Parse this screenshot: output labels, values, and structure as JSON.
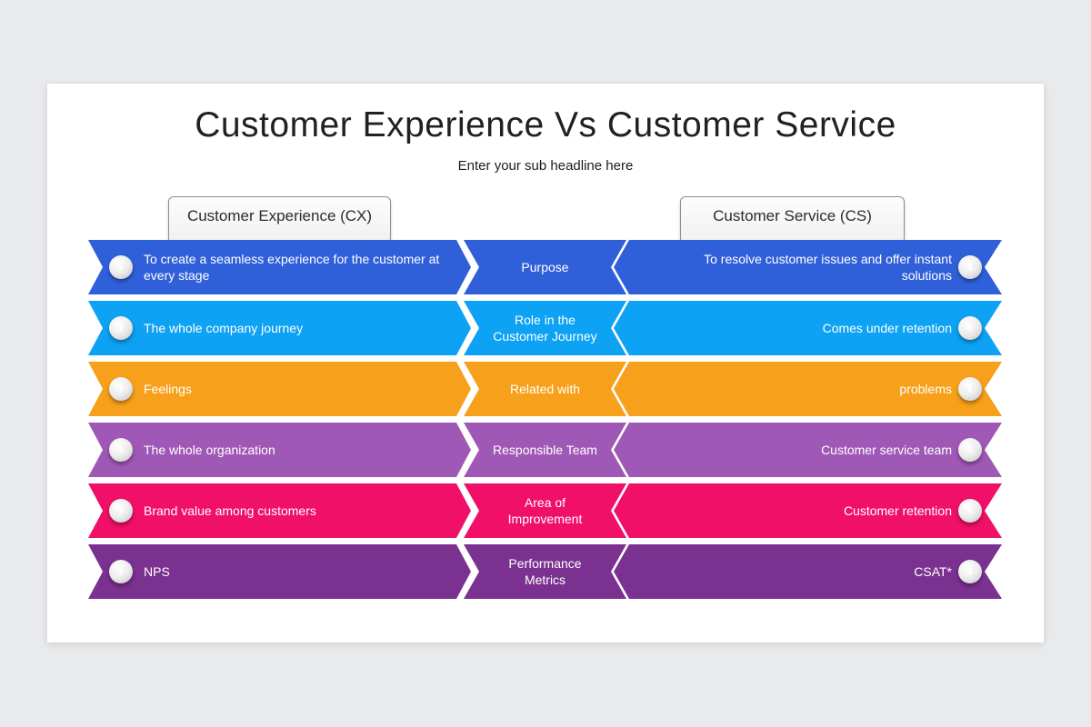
{
  "header": {
    "title": "Customer Experience Vs Customer Service",
    "subtitle": "Enter your sub headline here"
  },
  "columns": {
    "left_label": "Customer Experience (CX)",
    "right_label": "Customer Service (CS)"
  },
  "icons": {
    "left_bullet": "›",
    "right_bullet": "‹"
  },
  "rows": [
    {
      "color": "#3060d9",
      "left": "To create a seamless experience for the customer at every stage",
      "center": "Purpose",
      "right": "To resolve customer issues and offer instant solutions"
    },
    {
      "color": "#0da2f4",
      "left": "The whole company journey",
      "center": "Role in the Customer Journey",
      "right": "Comes under retention"
    },
    {
      "color": "#f7a01b",
      "left": "Feelings",
      "center": "Related with",
      "right": "problems"
    },
    {
      "color": "#a058b6",
      "left": "The whole organization",
      "center": "Responsible Team",
      "right": "Customer service team"
    },
    {
      "color": "#f11067",
      "left": "Brand value among customers",
      "center": "Area of Improvement",
      "right": "Customer retention"
    },
    {
      "color": "#7b3190",
      "left": "NPS",
      "center": "Performance Metrics",
      "right": "CSAT*"
    }
  ]
}
